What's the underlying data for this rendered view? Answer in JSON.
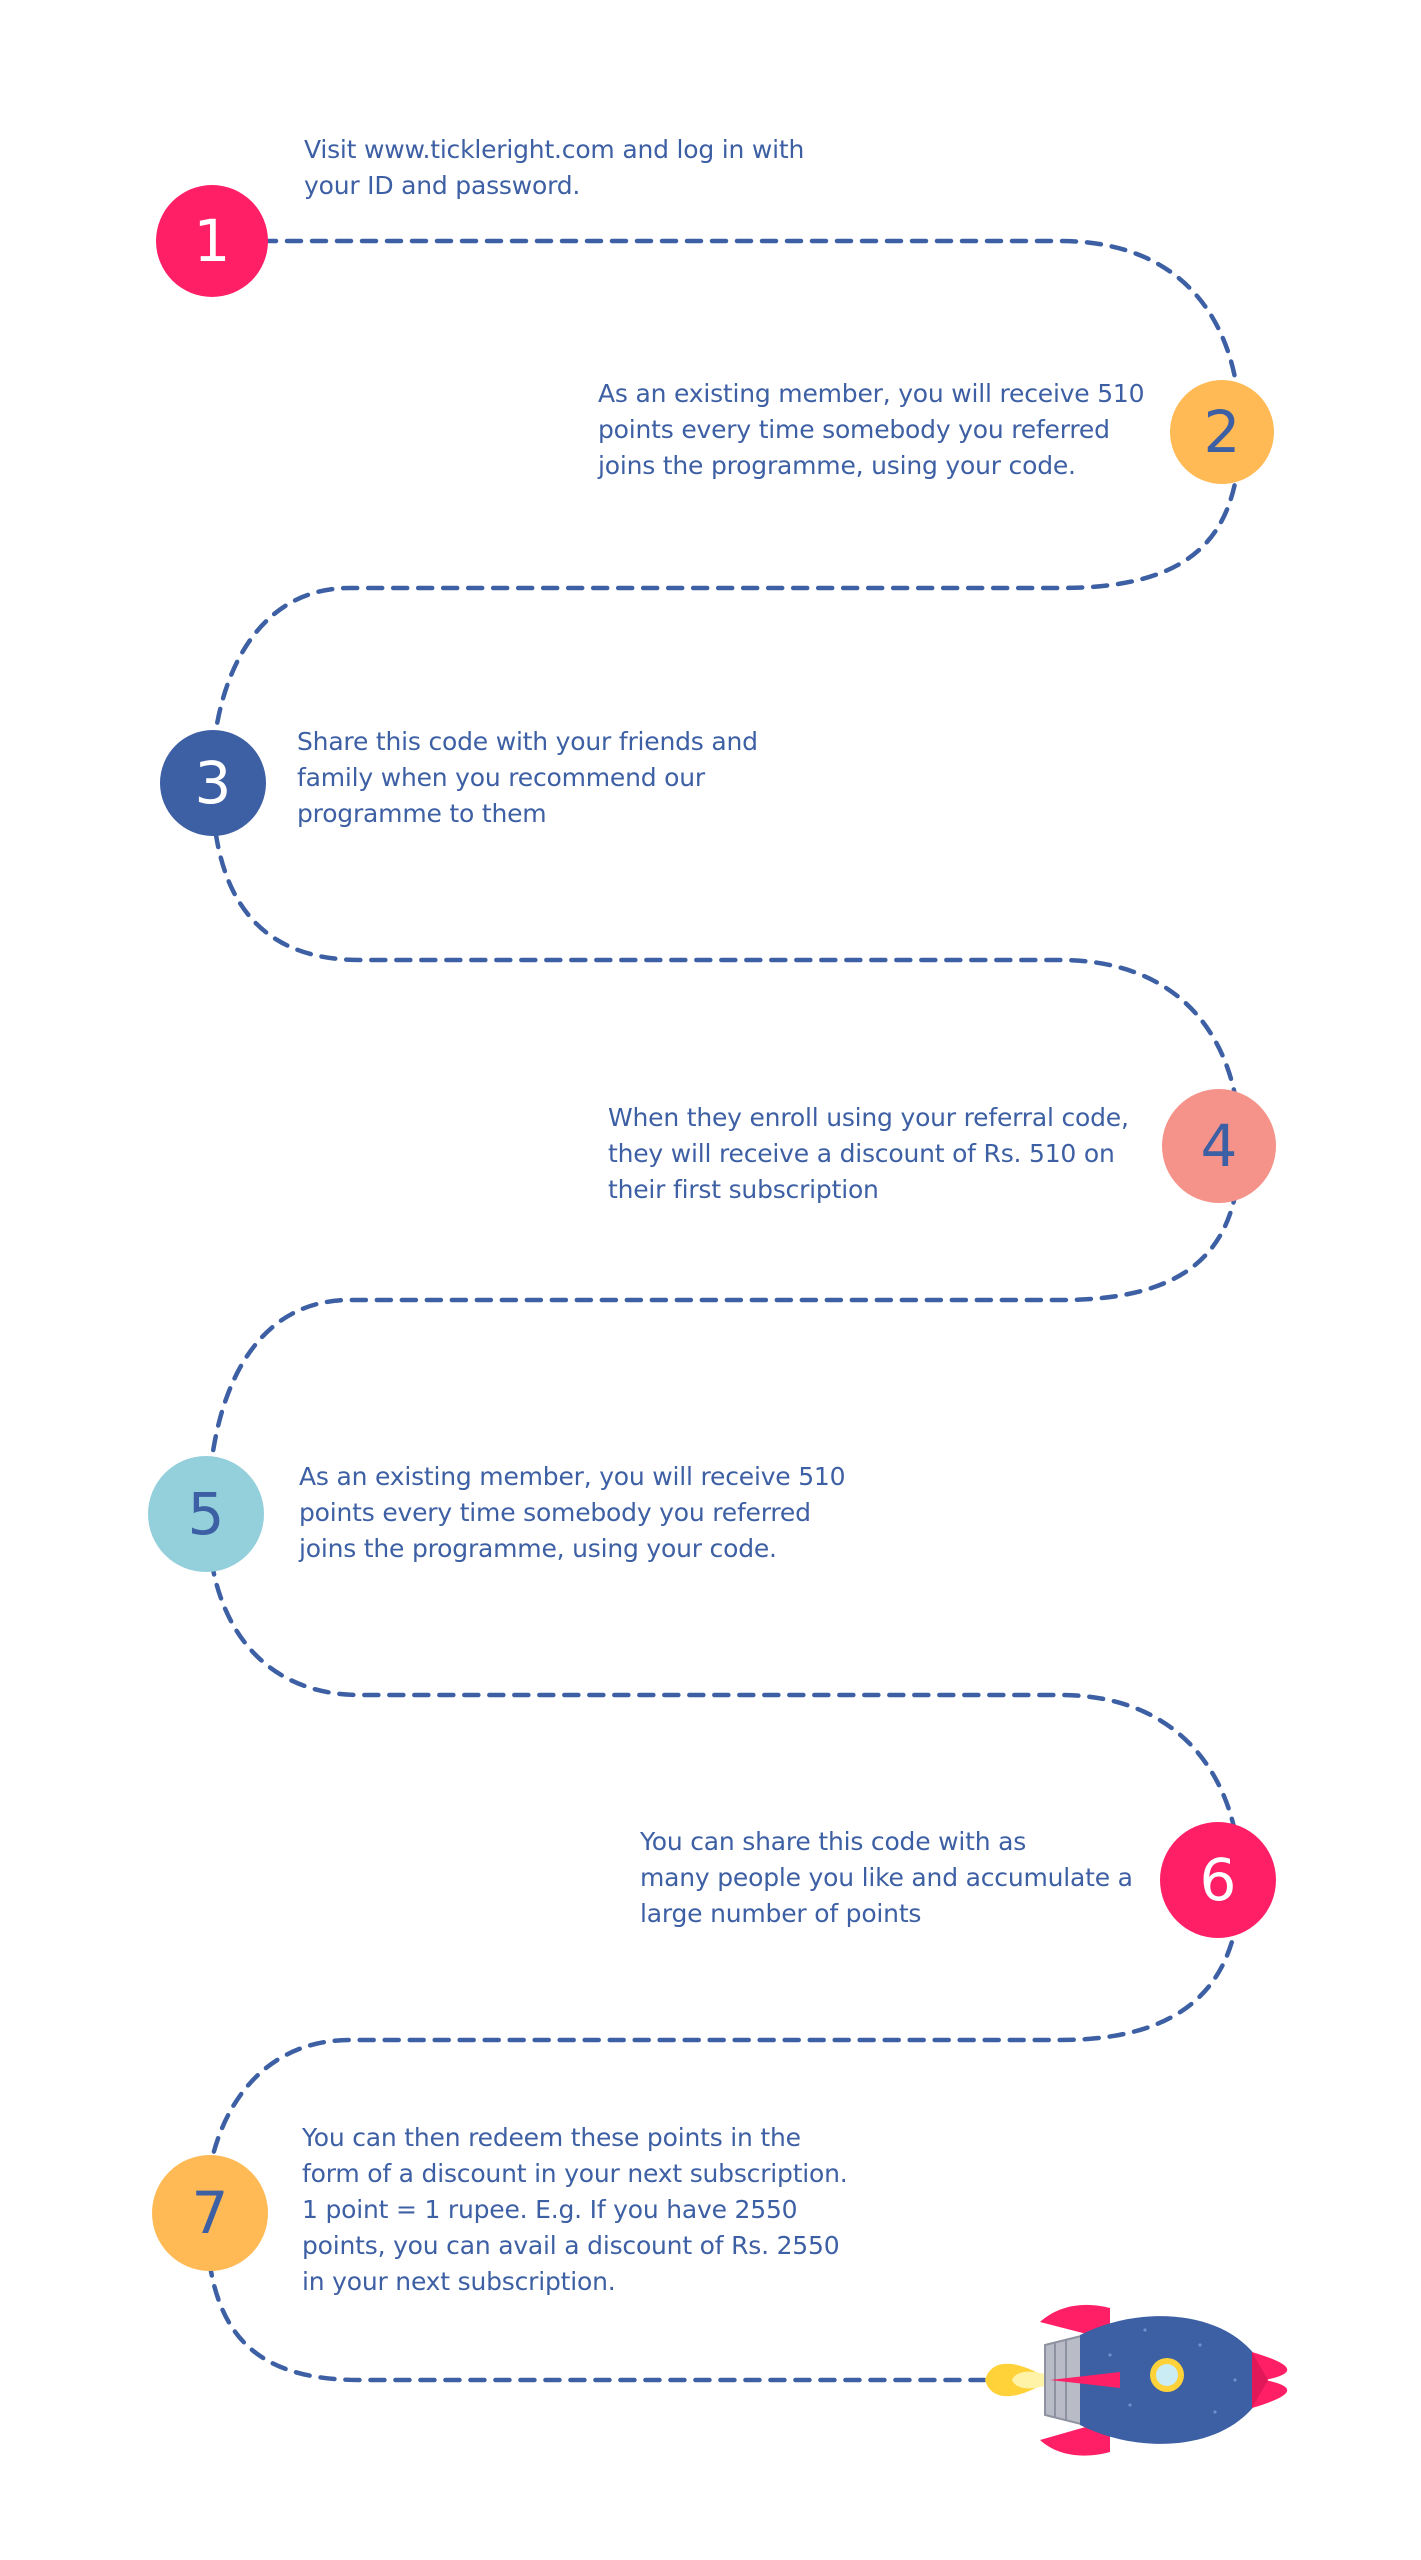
{
  "colors": {
    "path": "#3d5fa3",
    "text": "#3d5fa3",
    "pink": "#ff1f67",
    "orange": "#ffba55",
    "blue": "#3d5fa3",
    "salmon": "#f5938a",
    "light_blue": "#94d0dc",
    "white": "#ffffff"
  },
  "steps": [
    {
      "number": "1",
      "text": "Visit www.tickleright.com and log in with\nyour ID and password.",
      "circle_color": "#ff1f67",
      "number_color": "#ffffff"
    },
    {
      "number": "2",
      "text": "As an existing member, you will receive 510\npoints every time somebody you referred\njoins the programme, using your code.",
      "circle_color": "#ffba55",
      "number_color": "#3d5fa3"
    },
    {
      "number": "3",
      "text": "Share this code with your friends and\nfamily when you recommend our\nprogramme to them",
      "circle_color": "#3d5fa3",
      "number_color": "#ffffff"
    },
    {
      "number": "4",
      "text": "When they enroll using your referral code,\nthey will receive a discount of Rs. 510 on\ntheir first subscription",
      "circle_color": "#f5938a",
      "number_color": "#3d5fa3"
    },
    {
      "number": "5",
      "text": "As an existing member, you will receive 510\npoints every time somebody you referred\njoins the programme, using your code.",
      "circle_color": "#94d0dc",
      "number_color": "#3d5fa3"
    },
    {
      "number": "6",
      "text": "You can share this code with as\nmany people you like and accumulate a\nlarge number of points",
      "circle_color": "#ff1f67",
      "number_color": "#ffffff"
    },
    {
      "number": "7",
      "text": "You can then redeem these points in the\nform of a discount in your next subscription.\n1 point = 1 rupee. E.g. If you have 2550\npoints, you can avail a discount of Rs. 2550\nin your next subscription.",
      "circle_color": "#ffba55",
      "number_color": "#3d5fa3"
    }
  ],
  "decorations": {
    "end_icon": "rocket-icon"
  }
}
